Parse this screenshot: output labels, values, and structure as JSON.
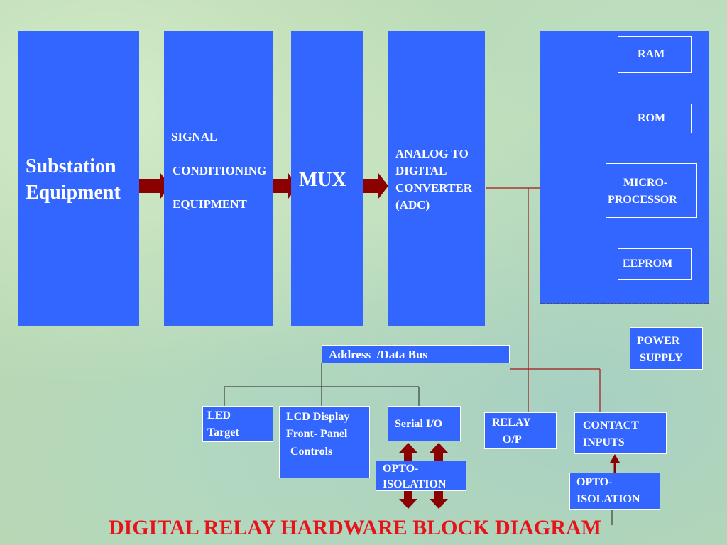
{
  "blocks": {
    "substation": [
      "Substation",
      "Equipment"
    ],
    "signal": [
      "SIGNAL",
      "CONDITIONING",
      "EQUIPMENT"
    ],
    "mux": "MUX",
    "adc": [
      "ANALOG TO",
      "DIGITAL",
      "CONVERTER",
      "(ADC)"
    ],
    "ram": "RAM",
    "rom": "ROM",
    "micro": [
      "MICRO-",
      "PROCESSOR"
    ],
    "eeprom": "EEPROM",
    "power": [
      "POWER",
      "SUPPLY"
    ],
    "bus": "Address  /Data Bus",
    "led": [
      "LED",
      "Target"
    ],
    "lcd": [
      "LCD Display",
      "Front- Panel",
      "Controls"
    ],
    "serial": "Serial I/O",
    "opto1": [
      "OPTO-",
      "ISOLATION"
    ],
    "relay": [
      "RELAY",
      "O/P"
    ],
    "contact": [
      "CONTACT",
      "INPUTS"
    ],
    "opto2": [
      "OPTO-",
      "ISOLATION"
    ]
  },
  "title": "DIGITAL RELAY HARDWARE BLOCK DIAGRAM",
  "colors": {
    "block_blue": "#3366ff",
    "arrow_maroon": "#8b0000",
    "wire_red": "#a01818",
    "wire_black": "#222222",
    "title_red": "#e8121a"
  }
}
